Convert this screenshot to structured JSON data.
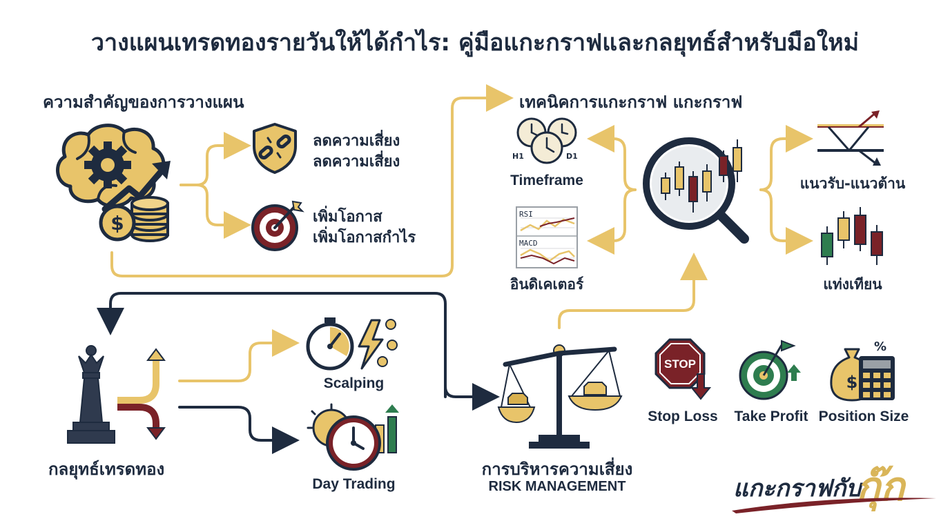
{
  "title": "วางแผนเทรดทองรายวันให้ได้กำไร: คู่มือแกะกราฟและกลยุทธ์สำหรับมือใหม่",
  "planning": {
    "heading": "ความสำคัญของการวางแผน",
    "risk_line1": "ลดความเสี่ยง",
    "risk_line2": "ลดความเสี่ยง",
    "opp_line1": "เพิ่มโอกาส",
    "opp_line2": "เพิ่มโอกาสกำไร"
  },
  "chart_reading": {
    "heading": "เทคนิคการแกะกราฟ  แกะกราฟ",
    "timeframe": "Timeframe",
    "tf_h1": "H1",
    "tf_d1": "D1",
    "indicators": "อินดิเคเตอร์",
    "rsi": "RSI",
    "macd": "MACD",
    "support_resistance": "แนวรับ-แนวต้าน",
    "candlesticks": "แท่งเทียน"
  },
  "strategy": {
    "heading": "กลยุทธ์เทรดทอง",
    "scalping": "Scalping",
    "day_trading": "Day Trading"
  },
  "risk_management": {
    "heading_th": "การบริหารความเสี่ยง",
    "heading_en": "RISK MANAGEMENT",
    "stop_loss": "Stop Loss",
    "stop_sign": "STOP",
    "take_profit": "Take Profit",
    "position_size": "Position Size"
  },
  "brand": {
    "text": "แกะกราฟกับ",
    "accent": "กุ๊ก"
  },
  "colors": {
    "navy": "#1e2b3f",
    "gold": "#e8c46a",
    "maroon": "#7a2228",
    "green": "#2e7d4f",
    "gray": "#9aa0a6"
  }
}
